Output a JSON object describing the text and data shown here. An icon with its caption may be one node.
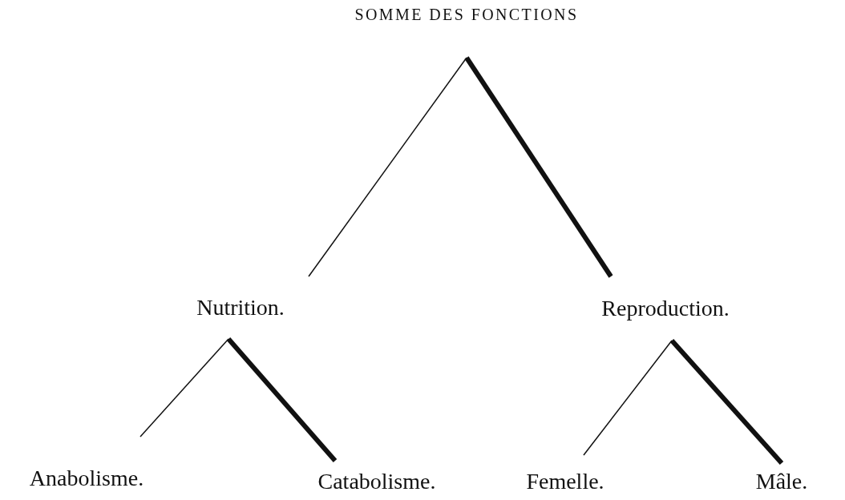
{
  "diagram": {
    "nodes": [
      {
        "text": [
          "SOMME DES FONCTIONS"
        ]
      },
      {
        "text": [
          "Nutrition."
        ]
      },
      {
        "text": [
          "Reproduction."
        ]
      },
      {
        "text": [
          "Anabolisme."
        ]
      },
      {
        "text": [
          "Catabolisme."
        ]
      },
      {
        "text": [
          "Femelle."
        ]
      },
      {
        "text": [
          "Mâle."
        ]
      }
    ],
    "edges": [
      {
        "from": 0,
        "to": 1,
        "arrow": "none"
      },
      {
        "from": 0,
        "to": 2,
        "arrow": "none",
        "style": "thick"
      },
      {
        "from": 1,
        "to": 3,
        "arrow": "none"
      },
      {
        "from": 1,
        "to": 4,
        "arrow": "none",
        "style": "thick"
      },
      {
        "from": 2,
        "to": 5,
        "arrow": "none"
      },
      {
        "from": 2,
        "to": 6,
        "arrow": "none",
        "style": "thick"
      }
    ]
  }
}
